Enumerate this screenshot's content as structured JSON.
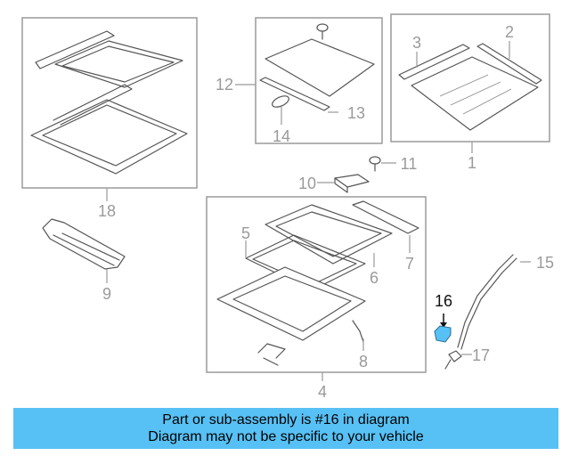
{
  "callouts": {
    "c1": "1",
    "c2": "2",
    "c3": "3",
    "c4": "4",
    "c5": "5",
    "c6": "6",
    "c7": "7",
    "c8": "8",
    "c9": "9",
    "c10": "10",
    "c11": "11",
    "c12": "12",
    "c13": "13",
    "c14": "14",
    "c15": "15",
    "c16": "16",
    "c17": "17",
    "c18": "18"
  },
  "highlight": {
    "part_number": "16",
    "color": "#57c1f5"
  },
  "banner": {
    "line1": "Part or sub-assembly is #16 in diagram",
    "line2": "Diagram may not be specific to your vehicle",
    "background": "#57c1f5"
  }
}
